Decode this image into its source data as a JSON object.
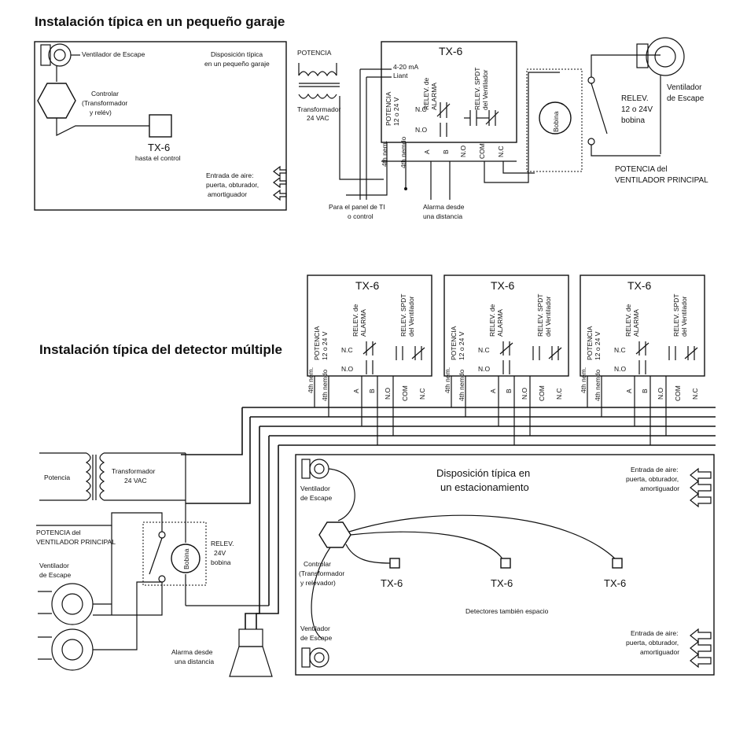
{
  "titles": {
    "top": "Instalación típica en un pequeño garaje",
    "bottom": "Instalación típica del detector múltiple"
  },
  "garage": {
    "fan": "Ventilador de Escape",
    "layout_title": [
      "Disposición típica",
      "en un pequeño garaje"
    ],
    "controller": [
      "Controlar",
      "(Transformador",
      "y relév)"
    ],
    "detector": "TX-6",
    "detector_note": "hasta el control",
    "air_inlet": [
      "Entrada de aire:",
      "puerta, obturador,",
      "amortiguador"
    ]
  },
  "unit": {
    "name": "TX-6",
    "power": [
      "POTENCIA",
      "12 o 24 V"
    ],
    "alarm_relay": [
      "RELEV. de",
      "ALARMA"
    ],
    "fan_relay": [
      "RELEV. SPDT",
      "del Ventilador"
    ],
    "nc": "N.C",
    "no": "N.O",
    "signal_in": "4-20 mA",
    "signal_com": "Liant",
    "terminals": [
      "4th nem.",
      "4th nemdo",
      "A",
      "B",
      "N.O",
      "COM",
      "N.C"
    ]
  },
  "top": {
    "potencia": "POTENCIA",
    "transformer": [
      "Transformador",
      "24 VAC"
    ],
    "panel": [
      "Para el panel de TI",
      "o control"
    ],
    "remote_alarm": [
      "Alarma desde",
      "una distancia"
    ],
    "coil": "Bobina",
    "relay": [
      "RELEV.",
      "12 o 24V",
      "bobina"
    ],
    "fan": [
      "Ventilador",
      "de Escape"
    ],
    "main_power": [
      "POTENCIA del",
      "VENTILADOR PRINCIPAL"
    ]
  },
  "multi": {
    "units": [
      "TX-6",
      "TX-6",
      "TX-6"
    ],
    "potencia": "Potencia",
    "transformer": [
      "Transformador",
      "24 VAC"
    ],
    "main_power": [
      "POTENCIA del",
      "VENTILADOR PRINCIPAL"
    ],
    "fan": [
      "Ventilador",
      "de Escape"
    ],
    "coil": "Bobina",
    "relay": [
      "RELEV.",
      "24V",
      "bobina"
    ],
    "remote_alarm": [
      "Alarma desde",
      "una distancia"
    ]
  },
  "parking": {
    "title": [
      "Disposición típica en",
      "un estacionamiento"
    ],
    "fan": [
      "Ventilador",
      "de Escape"
    ],
    "controller": [
      "Controlar",
      "(Transformador",
      "y relevador)"
    ],
    "detectors": [
      "TX-6",
      "TX-6",
      "TX-6"
    ],
    "spacing": "Detectores también espacio",
    "air_inlet": [
      "Entrada de aire:",
      "puerta, obturador,",
      "amortiguador"
    ]
  }
}
